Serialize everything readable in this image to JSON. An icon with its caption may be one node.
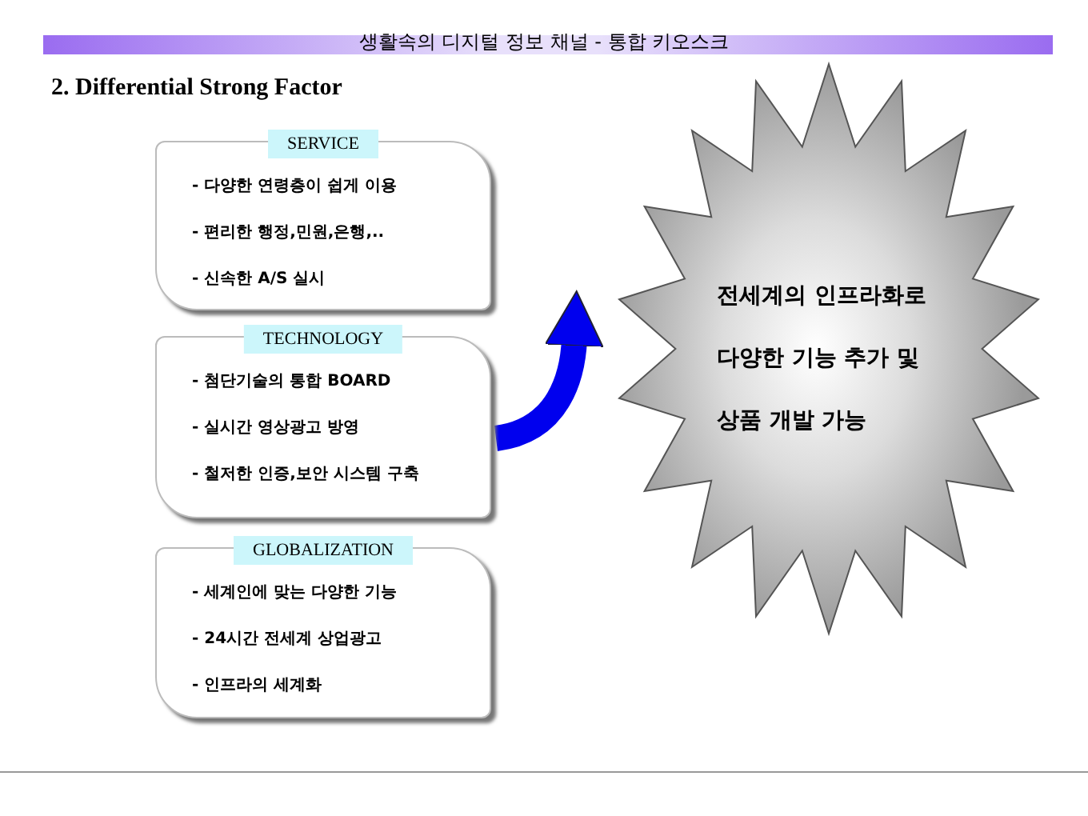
{
  "diagram": {
    "title": "2. Differential Strong Factor",
    "nodes": [
      {
        "text": [
          "SERVICE",
          "- 다양한 연령층이 쉽게 이용",
          "- 편리한 행정,민원,은행,..",
          "- 신속한 A/S 실시"
        ]
      },
      {
        "text": [
          "TECHNOLOGY",
          "- 첨단기술의 통합 BOARD",
          "- 실시간 영상광고 방영",
          "- 철저한 인증,보안 시스템 구축"
        ]
      },
      {
        "text": [
          "GLOBALIZATION",
          "- 세계인에 맞는 다양한 기능",
          "- 24시간 전세계 상업광고",
          "- 인프라의 세계화"
        ]
      },
      {
        "text": [
          "전세계의 인프라화로 다양한 기능 추가 및 상품 개발 가능"
        ]
      }
    ],
    "edges": [
      {
        "from": 1,
        "to": 3,
        "arrow": "to",
        "color": "#0000ee"
      }
    ],
    "labels": [
      "생활속의 디지털 정보 채널 - 통합 키오스크"
    ]
  }
}
